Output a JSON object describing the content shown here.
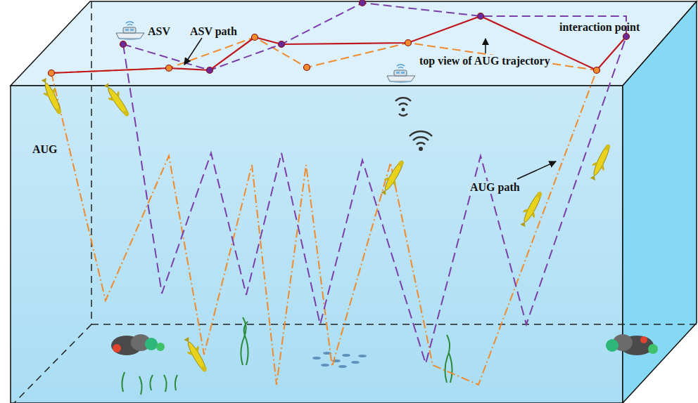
{
  "diagram": {
    "labels": [
      "ASV",
      "ASV path",
      "interaction point",
      "top view of AUG trajectory",
      "AUG",
      "AUG path"
    ]
  }
}
